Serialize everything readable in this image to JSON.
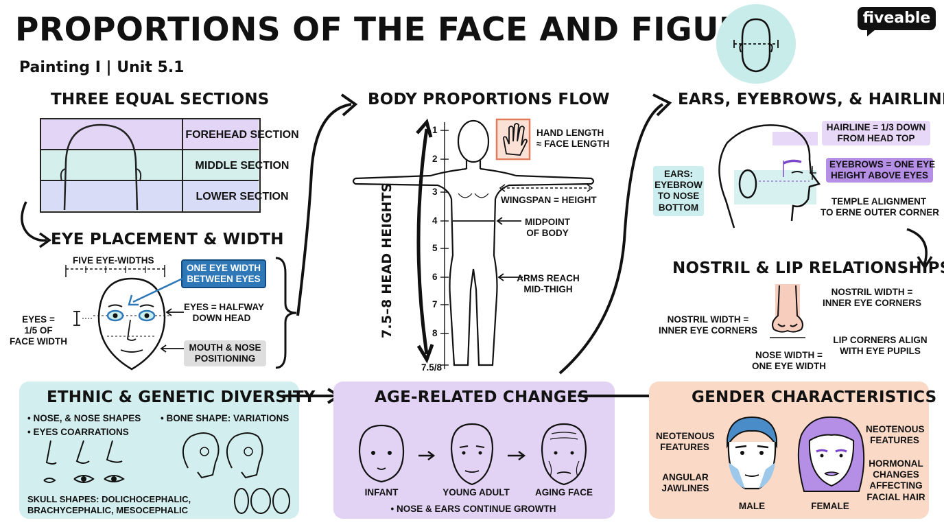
{
  "header": {
    "title": "PROPORTIONS OF THE FACE AND FIGURE",
    "subtitle": "Painting I | Unit 5.1",
    "logo": "fiveable",
    "face_icon": "face-measure-icon"
  },
  "three_sections": {
    "title": "THREE EQUAL SECTIONS",
    "rows": [
      "FOREHEAD SECTION",
      "MIDDLE SECTION",
      "LOWER SECTION"
    ],
    "colors": [
      "#e2d5f5",
      "#d4efec",
      "#d9dcf7"
    ]
  },
  "eye_placement": {
    "title": "EYE PLACEMENT & WIDTH",
    "five_widths": "FIVE EYE-WIDTHS",
    "one_eye_between": "ONE EYE WIDTH BETWEEN EYES",
    "eyes_halfway_1": "EYES = HALFWAY",
    "eyes_halfway_2": "DOWN HEAD",
    "eyes_fifth_1": "EYES =",
    "eyes_fifth_2": "1/5 OF",
    "eyes_fifth_3": "FACE WIDTH",
    "mouth_nose_1": "MOUTH & NOSE",
    "mouth_nose_2": "POSITIONING"
  },
  "body_flow": {
    "title": "BODY PROPORTIONS FLOW",
    "head_heights": "7.5–8 HEAD HEIGHTS",
    "ticks": [
      "1",
      "2",
      "3",
      "4",
      "5",
      "6",
      "7",
      "8",
      "7.5/8"
    ],
    "hand_1": "HAND LENGTH",
    "hand_2": "≈ FACE LENGTH",
    "wingspan": "WINGSPAN = HEIGHT",
    "midpoint_1": "MIDPOINT",
    "midpoint_2": "OF BODY",
    "arms_1": "ARMS REACH",
    "arms_2": "MID-THIGH"
  },
  "ears": {
    "title": "EARS, EYEBROWS, & HAIRLINE",
    "hairline_1": "HAIRLINE = 1/3 DOWN",
    "hairline_2": "FROM HEAD TOP",
    "eyebrows_1": "EYEBROWS = ONE EYE",
    "eyebrows_2": "HEIGHT ABOVE EYES",
    "ears_1": "EARS:",
    "ears_2": "EYEBROW",
    "ears_3": "TO NOSE",
    "ears_4": "BOTTOM",
    "temple_1": "TEMPLE ALIGNMENT",
    "temple_2": "TO ERNE OUTER CORNER"
  },
  "nostril": {
    "title": "NOSTRIL & LIP RELATIONSHIPS",
    "right_top_1": "NOSTRIL WIDTH =",
    "right_top_2": "INNER EYE CORNERS",
    "left_1": "NOSTRIL WIDTH =",
    "left_2": "INNER EYE CORNERS",
    "lip_1": "LIP CORNERS ALIGN",
    "lip_2": "WITH EYE PUPILS",
    "nose_w_1": "NOSE WIDTH =",
    "nose_w_2": "ONE EYE WIDTH"
  },
  "ethnic": {
    "title": "ETHNIC & GENETIC DIVERSITY",
    "b1": "• NOSE, & NOSE SHAPES",
    "b2": "• EYES COARRATIONS",
    "b3": "• BONE SHAPE: VARIATIONS",
    "skull_1": "SKULL SHAPES: DOLICHOCEPHALIC,",
    "skull_2": "BRACHYCEPHALIC, MESOCEPHALIC",
    "color": "#d3eeee"
  },
  "age": {
    "title": "AGE-RELATED CHANGES",
    "infant": "INFANT",
    "young": "YOUNG ADULT",
    "aging": "AGING FACE",
    "note": "• NOSE & EARS CONTINUE GROWTH",
    "color": "#e2d3f4"
  },
  "gender": {
    "title": "GENDER CHARACTERISTICS",
    "neo_l_1": "NEOTENOUS",
    "neo_l_2": "FEATURES",
    "ang_1": "ANGULAR",
    "ang_2": "JAWLINES",
    "neo_r_1": "NEOTENOUS",
    "neo_r_2": "FEATURES",
    "horm_1": "HORMONAL",
    "horm_2": "CHANGES",
    "horm_3": "AFFECTING",
    "horm_4": "FACIAL HAIR",
    "male": "MALE",
    "female": "FEMALE",
    "color": "#fbd9c7"
  },
  "colors": {
    "teal": "#cdeeee",
    "lavender": "#e0d2f6",
    "purple_badge": "#b58ee6",
    "blue_badge": "#2f78b8",
    "peach": "#f7c6b3"
  }
}
